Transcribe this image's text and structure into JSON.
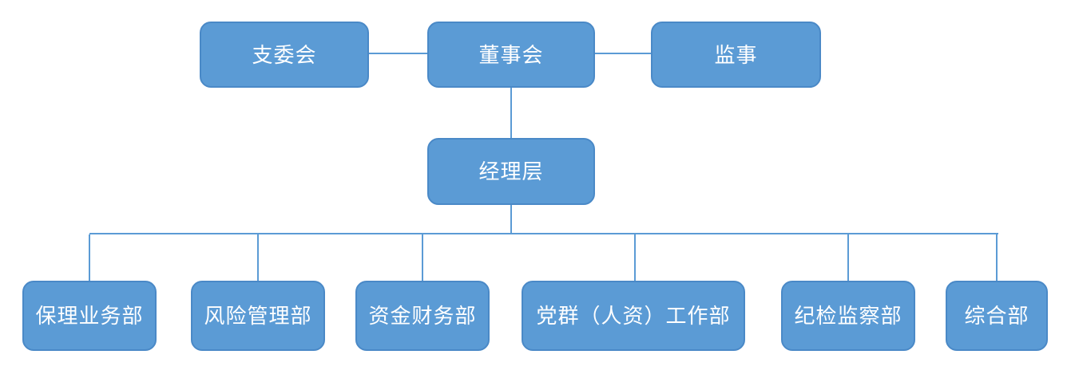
{
  "org": {
    "type": "org-chart",
    "top": [
      {
        "id": "party-branch-committee",
        "label": "支委会"
      },
      {
        "id": "board-of-directors",
        "label": "董事会"
      },
      {
        "id": "supervisor",
        "label": "监事"
      }
    ],
    "middle": {
      "id": "management-level",
      "label": "经理层"
    },
    "departments": [
      {
        "id": "factoring-business-dept",
        "label": "保理业务部"
      },
      {
        "id": "risk-management-dept",
        "label": "风险管理部"
      },
      {
        "id": "treasury-finance-dept",
        "label": "资金财务部"
      },
      {
        "id": "party-hr-work-dept",
        "label": "党群（人资）工作部"
      },
      {
        "id": "discipline-inspection-dept",
        "label": "纪检监察部"
      },
      {
        "id": "general-affairs-dept",
        "label": "综合部"
      }
    ],
    "edges": [
      {
        "from": "支委会",
        "to": "董事会",
        "style": "horizontal"
      },
      {
        "from": "董事会",
        "to": "监事",
        "style": "horizontal"
      },
      {
        "from": "董事会",
        "to": "经理层",
        "style": "vertical"
      },
      {
        "from": "经理层",
        "to": "保理业务部",
        "style": "tree"
      },
      {
        "from": "经理层",
        "to": "风险管理部",
        "style": "tree"
      },
      {
        "from": "经理层",
        "to": "资金财务部",
        "style": "tree"
      },
      {
        "from": "经理层",
        "to": "党群（人资）工作部",
        "style": "tree"
      },
      {
        "from": "经理层",
        "to": "纪检监察部",
        "style": "tree"
      },
      {
        "from": "经理层",
        "to": "综合部",
        "style": "tree"
      }
    ],
    "colors": {
      "box_fill": "#5b9bd5",
      "box_border": "#4a89c7",
      "line": "#5b9bd5",
      "text": "#ffffff",
      "background": "#ffffff"
    }
  }
}
